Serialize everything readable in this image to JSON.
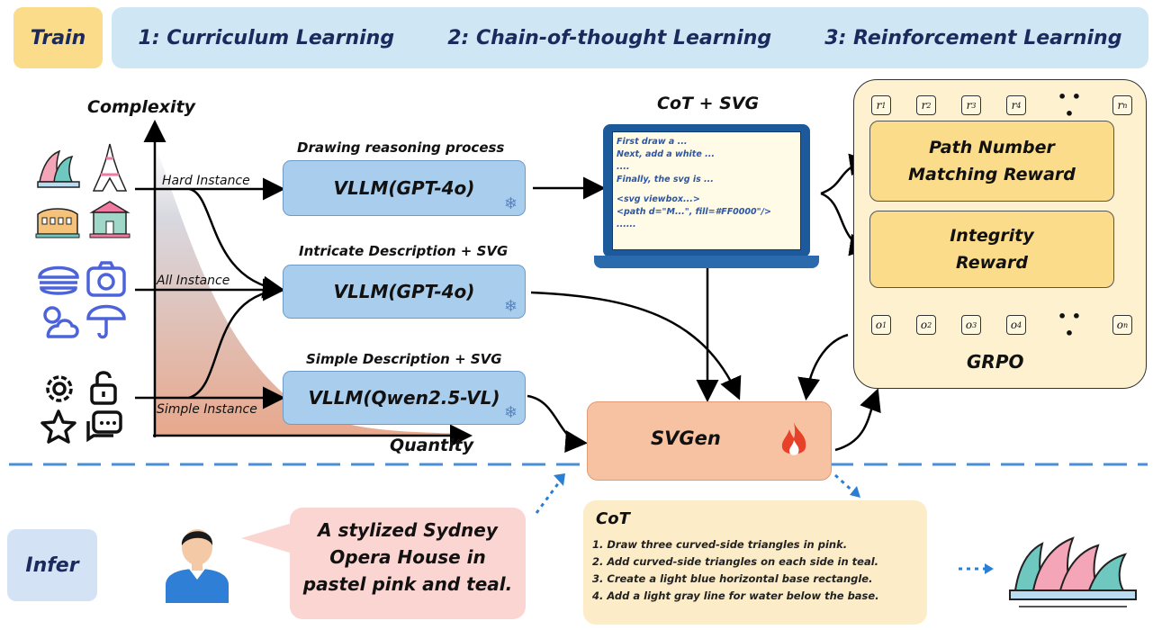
{
  "header": {
    "train_label": "Train",
    "stages": [
      "1: Curriculum Learning",
      "2: Chain-of-thought Learning",
      "3: Reinforcement Learning"
    ]
  },
  "curriculum": {
    "y_axis_label": "Complexity",
    "x_axis_label": "Quantity",
    "instances": {
      "hard": "Hard Instance",
      "all": "All Instance",
      "simple": "Simple Instance"
    },
    "models": [
      {
        "caption": "Drawing reasoning process",
        "name": "VLLM(GPT-4o)"
      },
      {
        "caption": "Intricate Description + SVG",
        "name": "VLLM(GPT-4o)"
      },
      {
        "caption": "Simple Description + SVG",
        "name": "VLLM(Qwen2.5-VL)"
      }
    ],
    "icons": [
      "opera-house-icon",
      "eiffel-tower-icon",
      "colosseum-icon",
      "temple-icon",
      "burger-icon",
      "camera-icon",
      "cloudy-sun-icon",
      "umbrella-icon",
      "gear-icon",
      "unlock-icon",
      "star-icon",
      "chat-icon"
    ]
  },
  "cot_svg": {
    "title": "CoT + SVG",
    "lines": [
      "First draw a ...",
      "Next, add a white ...",
      "....",
      "Finally, the svg is ...",
      "<svg viewbox...>",
      "<path d=\"M...\", fill=#FF0000\"/>",
      "......"
    ]
  },
  "grpo": {
    "rewards": [
      "r",
      "r",
      "r",
      "r",
      "r"
    ],
    "reward_subs": [
      "1",
      "2",
      "3",
      "4",
      "n"
    ],
    "outputs": [
      "o",
      "o",
      "o",
      "o",
      "o"
    ],
    "output_subs": [
      "1",
      "2",
      "3",
      "4",
      "n"
    ],
    "dots": "• • •",
    "path_reward_line1": "Path Number",
    "path_reward_line2": "Matching Reward",
    "integrity_line1": "Integrity",
    "integrity_line2": "Reward",
    "label": "GRPO"
  },
  "svgen": {
    "name": "SVGen"
  },
  "infer": {
    "label": "Infer",
    "prompt_lines": [
      "A stylized Sydney",
      "Opera House in",
      "pastel pink and teal."
    ],
    "cot_title": "CoT",
    "cot_steps": [
      "1. Draw three curved-side triangles in pink.",
      "2. Add curved-side triangles on each side in teal.",
      "3. Create a light blue horizontal base rectangle.",
      "4. Add a light gray line for water below the base."
    ]
  },
  "colors": {
    "train_tag": "#fbdc8a",
    "stage_bar": "#cfe6f5",
    "vllm_box": "#a9cdec",
    "reward_box": "#fbdc8a",
    "grpo_panel": "#fdf1d0",
    "svgen_box": "#f7c2a2",
    "divider": "#4a8fd6"
  }
}
